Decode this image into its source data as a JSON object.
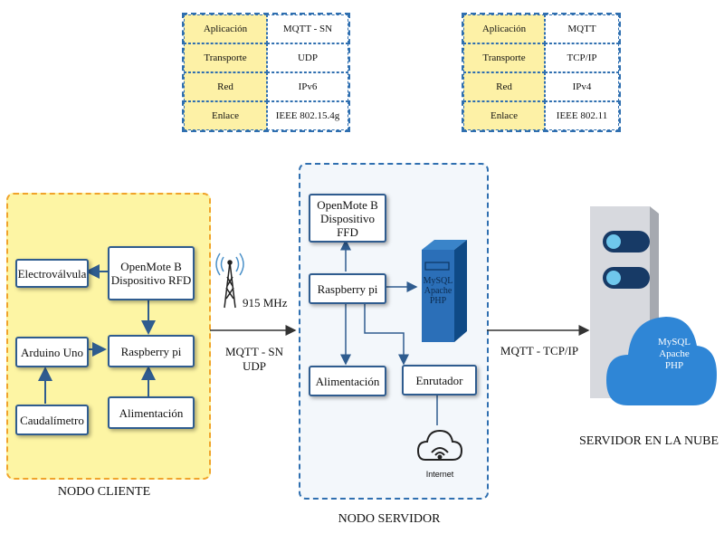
{
  "tables": {
    "left": [
      {
        "k": "Aplicación",
        "v": "MQTT - SN"
      },
      {
        "k": "Transporte",
        "v": "UDP"
      },
      {
        "k": "Red",
        "v": "IPv6"
      },
      {
        "k": "Enlace",
        "v": "IEEE 802.15.4g"
      }
    ],
    "right": [
      {
        "k": "Aplicación",
        "v": "MQTT"
      },
      {
        "k": "Transporte",
        "v": "TCP/IP"
      },
      {
        "k": "Red",
        "v": "IPv4"
      },
      {
        "k": "Enlace",
        "v": "IEEE 802.11"
      }
    ]
  },
  "client": {
    "electrovalvula": "Electroválvula",
    "openmote_line1": "OpenMote B",
    "openmote_line2": "Dispositivo RFD",
    "arduino": "Arduino Uno",
    "raspberry": "Raspberry pi",
    "caudalimetro": "Caudalímetro",
    "alimentacion": "Alimentación",
    "title": "NODO CLIENTE"
  },
  "link1": {
    "freq": "915 MHz",
    "proto_line1": "MQTT - SN",
    "proto_line2": "UDP"
  },
  "server": {
    "openmote_line1": "OpenMote B",
    "openmote_line2": "Dispositivo FFD",
    "raspberry": "Raspberry pi",
    "alimentacion": "Alimentación",
    "enrutador": "Enrutador",
    "internet": "Internet",
    "stack_line1": "MySQL",
    "stack_line2": "Apache",
    "stack_line3": "PHP",
    "title": "NODO SERVIDOR"
  },
  "link2": {
    "proto": "MQTT - TCP/IP"
  },
  "cloud": {
    "stack_line1": "MySQL",
    "stack_line2": "Apache",
    "stack_line3": "PHP",
    "title": "SERVIDOR EN LA NUBE"
  },
  "colors": {
    "client_fill": "#fdf5a4",
    "client_border": "#f0a32a",
    "server_border": "#2f6fb0",
    "cloud": "#2f86d6",
    "box_border": "#2f5c8f"
  }
}
